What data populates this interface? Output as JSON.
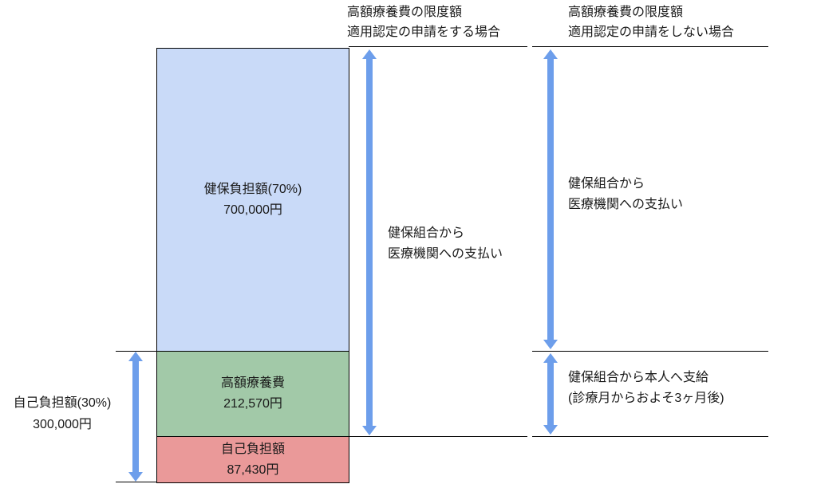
{
  "colors": {
    "arrow": "#6d9eeb",
    "box_blue": "#c9daf8",
    "box_green": "#a2c9a8",
    "box_red": "#ea9999",
    "line": "#000000",
    "text": "#1a1a1a"
  },
  "bar": {
    "total_label": "",
    "segments": [
      {
        "label": "健保負担額(70%)",
        "amount": "700,000円"
      },
      {
        "label": "高額療養費",
        "amount": "212,570円"
      },
      {
        "label": "自己負担額",
        "amount": "87,430円"
      }
    ]
  },
  "left_annotation": {
    "label": "自己負担額(30%)",
    "amount": "300,000円"
  },
  "columns": {
    "apply": {
      "header_line1": "高額療養費の限度額",
      "header_line2": "適用認定の申請をする場合",
      "payment_line1": "健保組合から",
      "payment_line2": "医療機関への支払い"
    },
    "no_apply": {
      "header_line1": "高額療養費の限度額",
      "header_line2": "適用認定の申請をしない場合",
      "payment_line1": "健保組合から",
      "payment_line2": "医療機関への支払い",
      "benefit_line1": "健保組合から本人へ支給",
      "benefit_line2": "(診療月からおよそ3ヶ月後)"
    }
  }
}
